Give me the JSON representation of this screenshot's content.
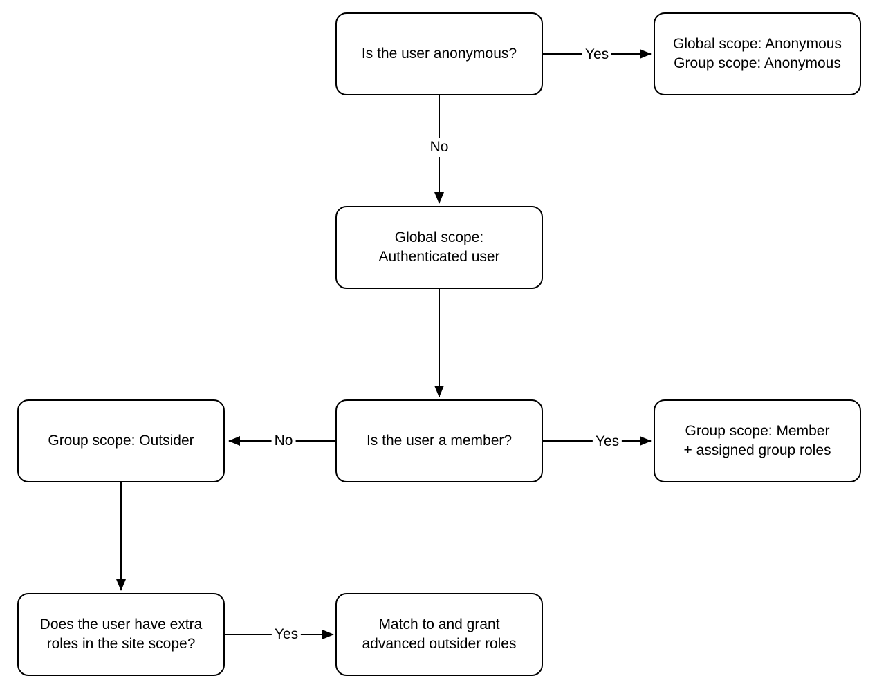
{
  "colors": {
    "background": "#ffffff",
    "node_fill": "#ffffff",
    "node_border": "#000000",
    "text": "#000000",
    "arrow": "#000000"
  },
  "nodes": {
    "anon_question": {
      "line1": "Is the user anonymous?",
      "line2": ""
    },
    "anon_result": {
      "line1": "Global scope: Anonymous",
      "line2": "Group scope: Anonymous"
    },
    "auth_user": {
      "line1": "Global scope:",
      "line2": "Authenticated user"
    },
    "member_question": {
      "line1": "Is the user a member?",
      "line2": ""
    },
    "outsider": {
      "line1": "Group scope: Outsider",
      "line2": ""
    },
    "member_result": {
      "line1": "Group scope: Member",
      "line2": "+ assigned group roles"
    },
    "extra_roles_question": {
      "line1": "Does the user have extra",
      "line2": "roles in the site scope?"
    },
    "grant_roles": {
      "line1": "Match to and grant",
      "line2": "advanced outsider roles"
    }
  },
  "edges": [
    {
      "from": "anon_question",
      "to": "anon_result",
      "label": "Yes",
      "direction": "right"
    },
    {
      "from": "anon_question",
      "to": "auth_user",
      "label": "No",
      "direction": "down"
    },
    {
      "from": "auth_user",
      "to": "member_question",
      "label": "",
      "direction": "down"
    },
    {
      "from": "member_question",
      "to": "outsider",
      "label": "No",
      "direction": "left"
    },
    {
      "from": "member_question",
      "to": "member_result",
      "label": "Yes",
      "direction": "right"
    },
    {
      "from": "outsider",
      "to": "extra_roles_question",
      "label": "",
      "direction": "down"
    },
    {
      "from": "extra_roles_question",
      "to": "grant_roles",
      "label": "Yes",
      "direction": "right"
    }
  ]
}
